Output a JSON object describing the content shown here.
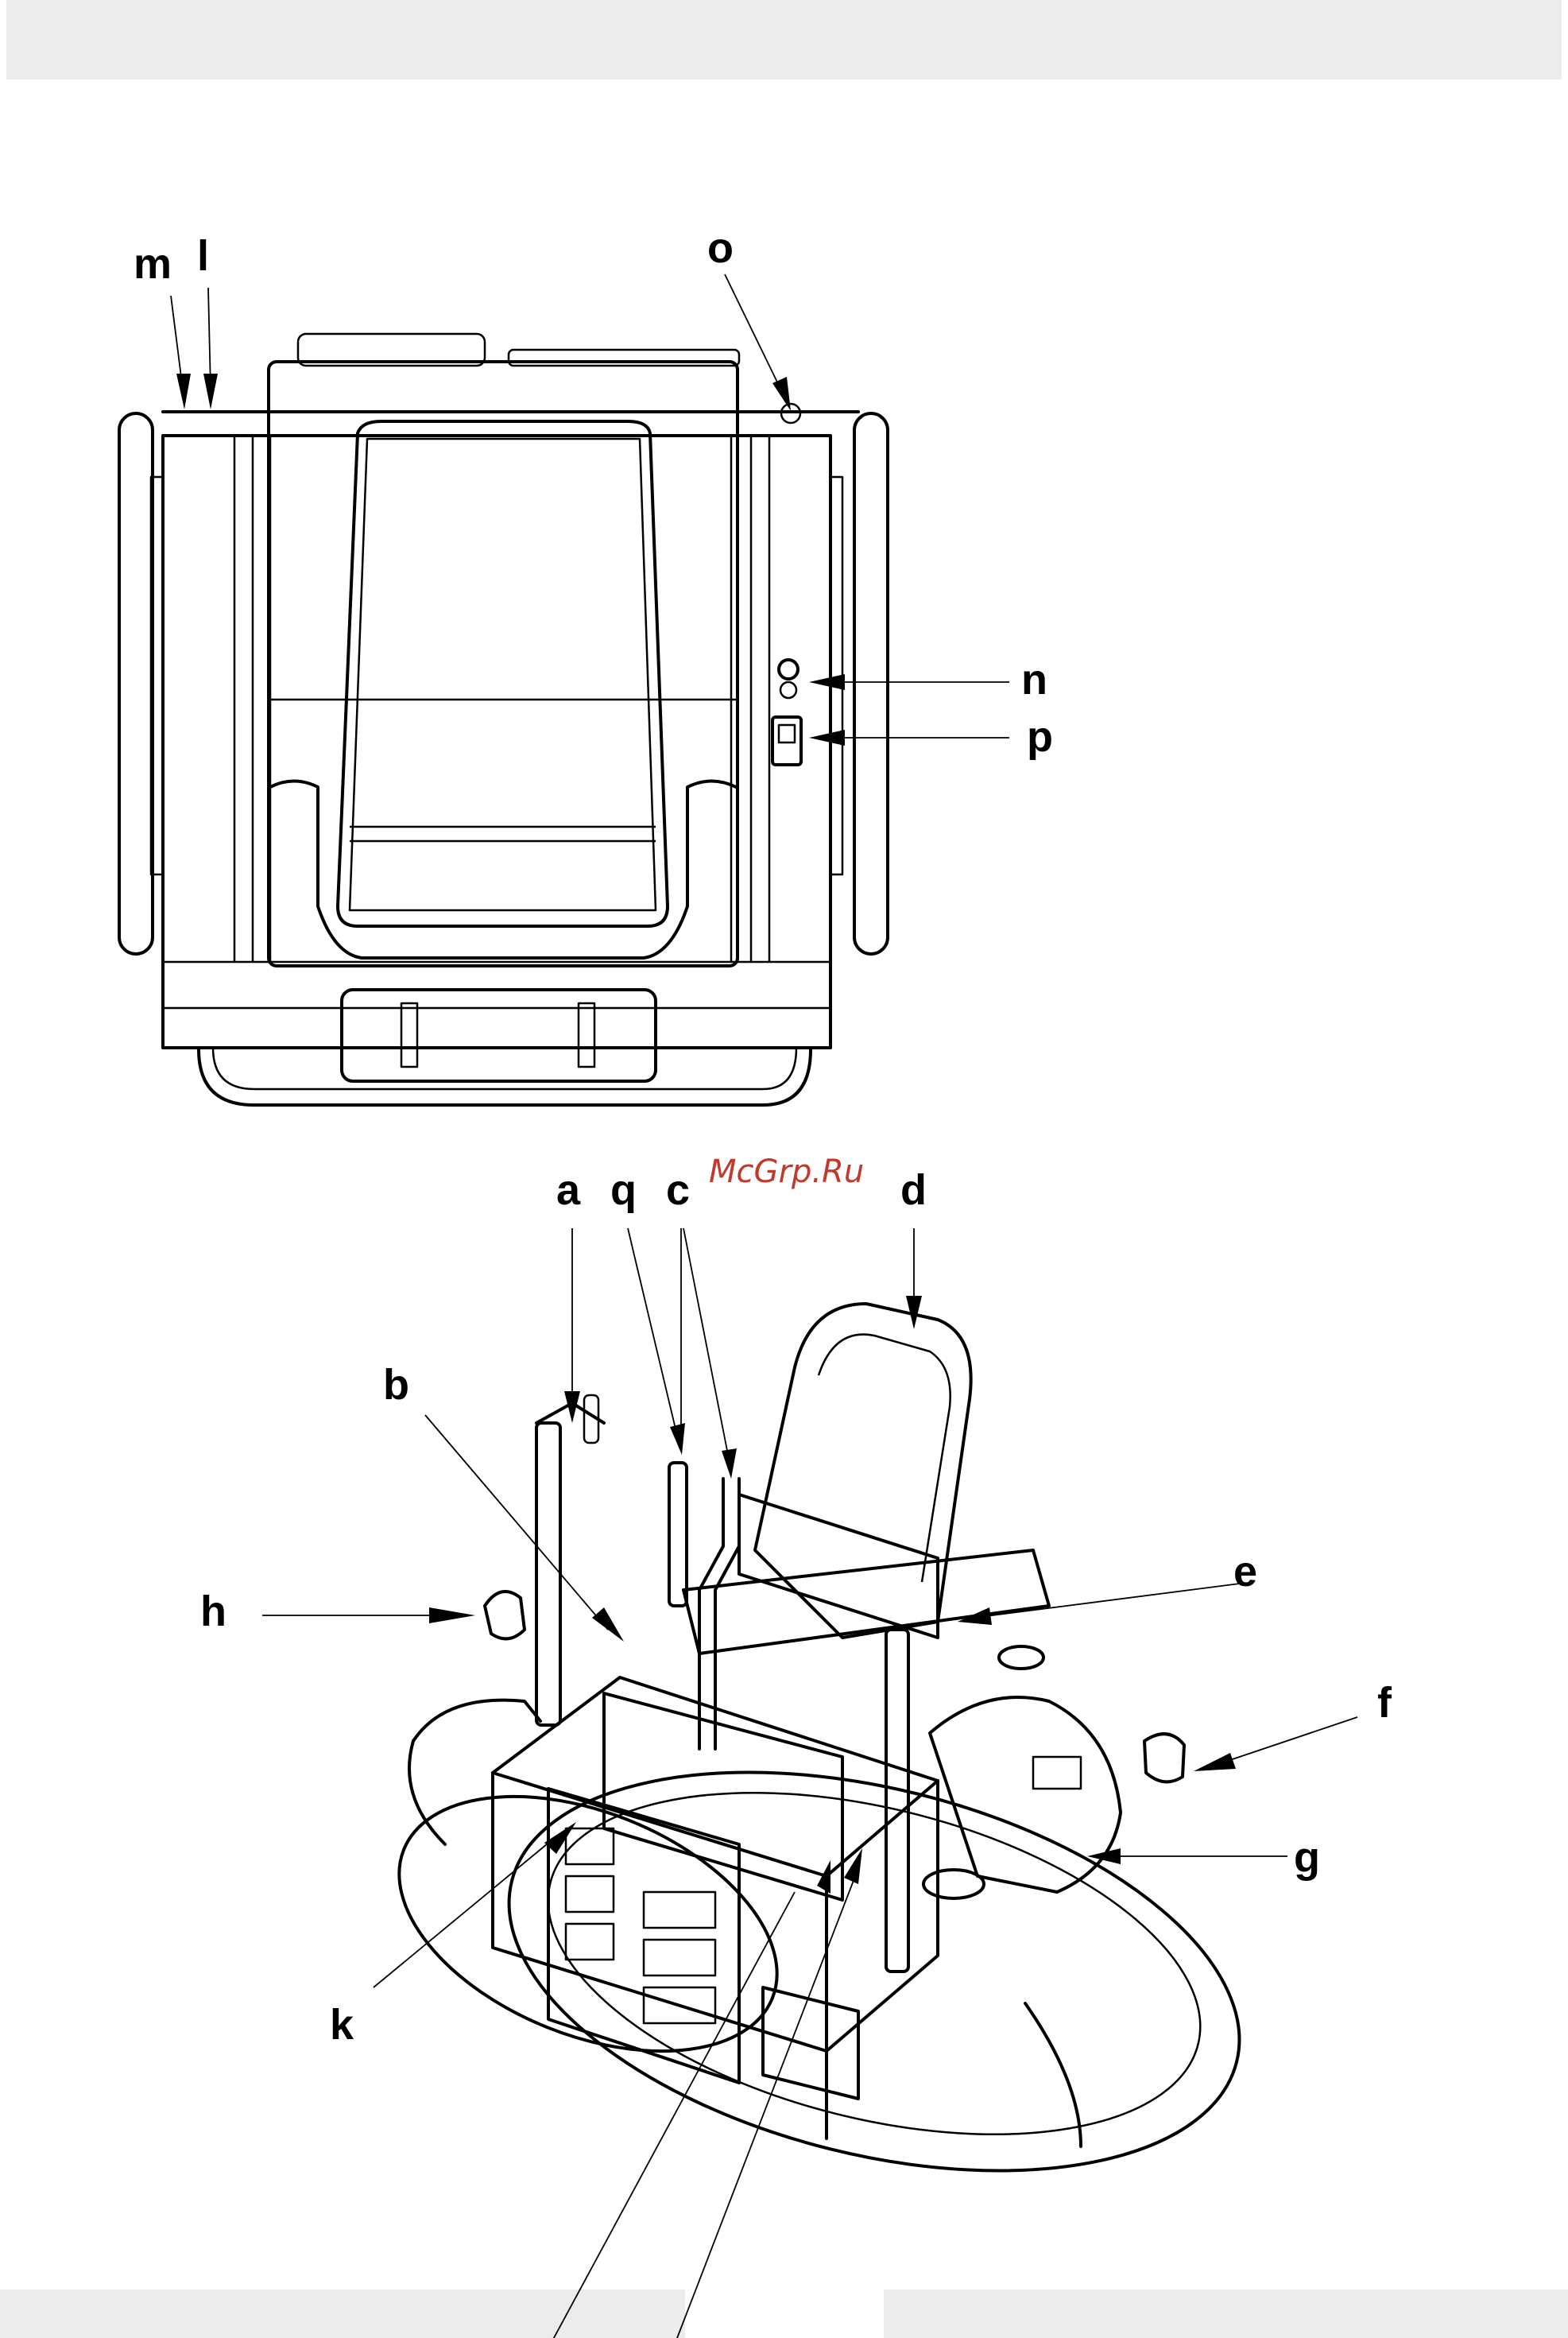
{
  "callouts": {
    "m": "m",
    "l": "l",
    "o": "o",
    "n": "n",
    "p": "p",
    "a": "a",
    "q": "q",
    "c": "c",
    "d": "d",
    "b": "b",
    "e": "e",
    "h": "h",
    "f": "f",
    "g": "g",
    "k": "k"
  },
  "watermark": "McGrp.Ru",
  "colors": {
    "band": "#ececec",
    "watermark": "#c0392b",
    "line": "#000000"
  }
}
